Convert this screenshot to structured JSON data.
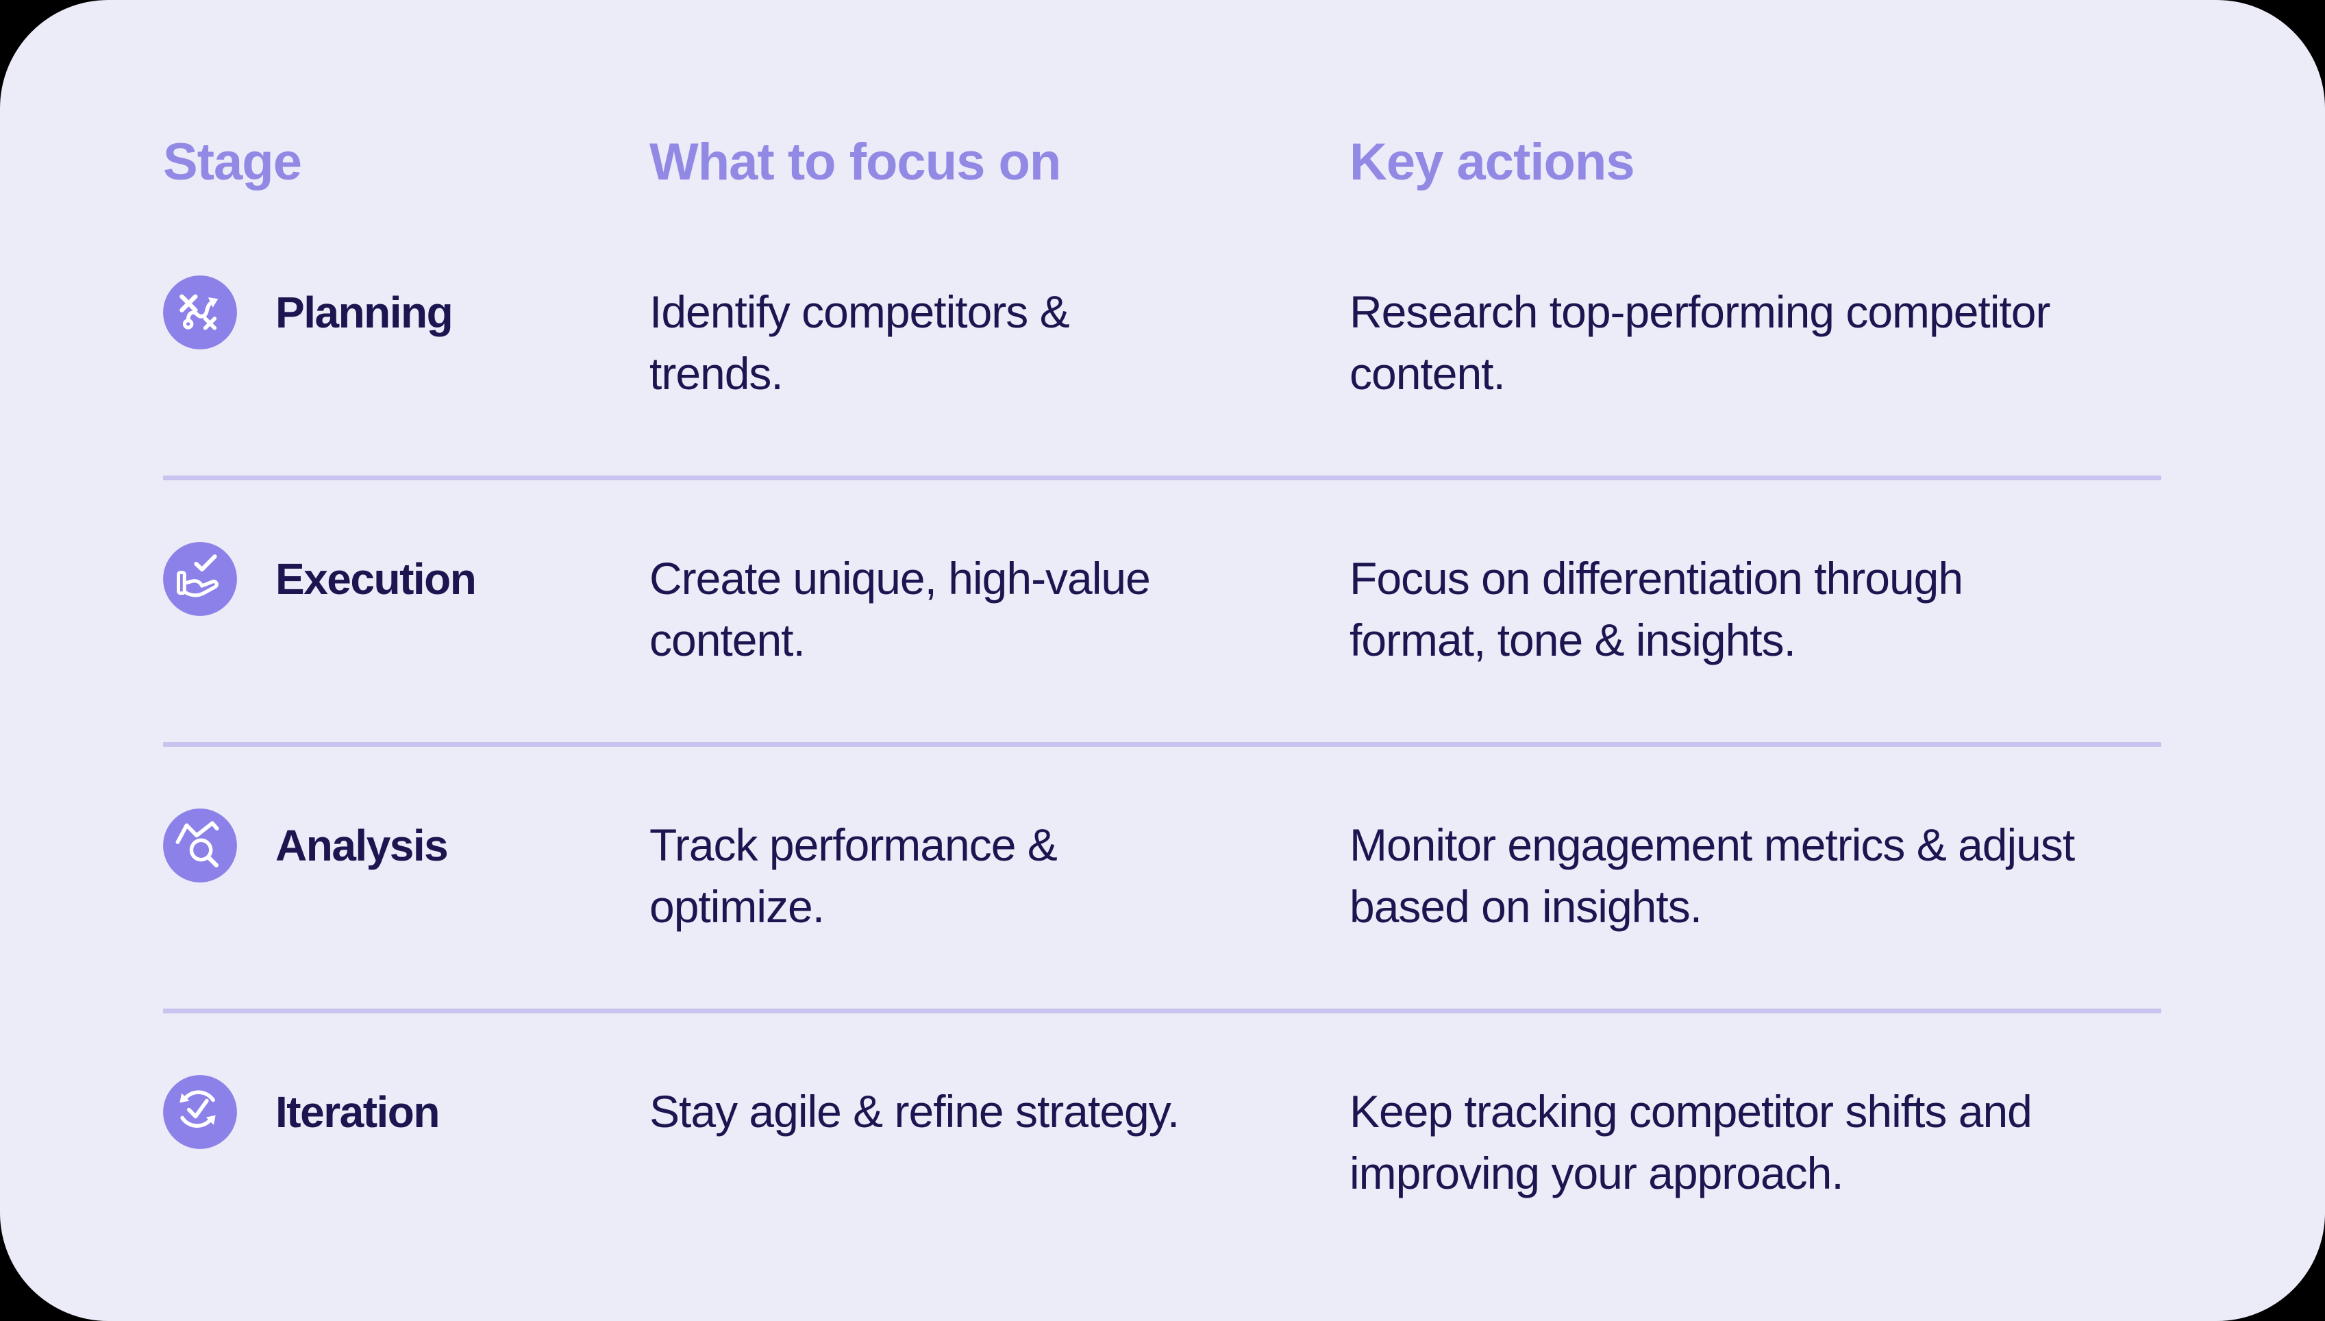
{
  "table": {
    "columns": [
      "Stage",
      "What to focus on",
      "Key actions"
    ],
    "rows": [
      {
        "stage": "Planning",
        "icon": "strategy-icon",
        "focus": "Identify competitors &\ntrends.",
        "actions": "Research top-performing competitor\ncontent."
      },
      {
        "stage": "Execution",
        "icon": "hand-check-icon",
        "focus": "Create unique, high-value\ncontent.",
        "actions": "Focus on differentiation through\nformat, tone & insights."
      },
      {
        "stage": "Analysis",
        "icon": "chart-magnifier-icon",
        "focus": "Track performance &\noptimize.",
        "actions": "Monitor engagement metrics & adjust\nbased on insights."
      },
      {
        "stage": "Iteration",
        "icon": "sync-check-icon",
        "focus": "Stay agile & refine strategy.",
        "actions": "Keep tracking competitor shifts and\nimproving your approach."
      }
    ]
  },
  "colors": {
    "panel_background": "#ECEBF8",
    "outside_background": "#000000",
    "header_text": "#9289E5",
    "icon_circle": "#8C81E8",
    "icon_glyph": "#FFFFFF",
    "body_text": "#1B1650",
    "divider": "#C9C4EF"
  }
}
